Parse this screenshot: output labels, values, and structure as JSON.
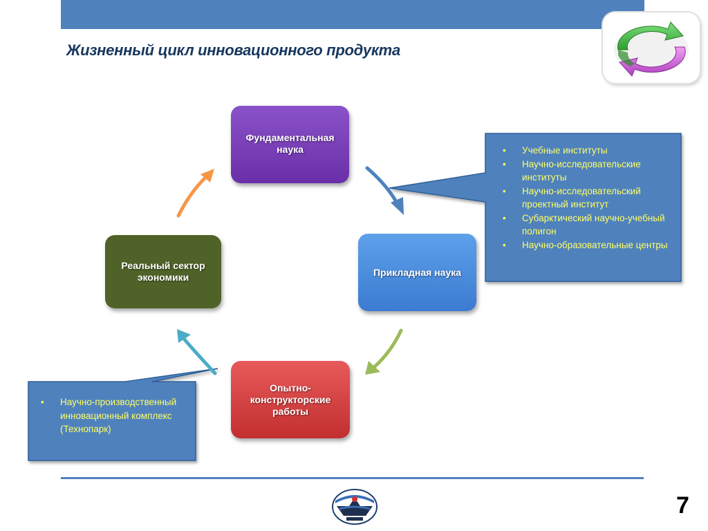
{
  "slide": {
    "title": "Жизненный цикл инновационного продукта",
    "page_number": "7"
  },
  "colors": {
    "header_bar": "#4f81bd",
    "title_text": "#17375e",
    "callout_fill": "#4f81bd",
    "callout_text": "#ffff66",
    "node_fundamental": "#7b3fbb",
    "node_applied": "#4a8ad8",
    "node_experimental": "#d63b3b",
    "node_real_sector": "#4f6228",
    "arrow_fund_to_applied": "#4f81bd",
    "arrow_applied_to_experimental": "#9bbb59",
    "arrow_experimental_to_real": "#4bacc6",
    "arrow_real_to_fund": "#f79646"
  },
  "nodes": {
    "fundamental": "Фундаментальная наука",
    "applied": "Прикладная наука",
    "experimental": "Опытно-конструкторские работы",
    "real_sector": "Реальный сектор экономики"
  },
  "callout_right": {
    "items": [
      "Учебные институты",
      "Научно-исследовательские институты",
      "Научно-исследовательский проектный институт",
      "Субарктический научно-учебный полигон",
      "Научно-образовательные центры"
    ]
  },
  "callout_left": {
    "items": [
      "Научно-производственный инновационный комплекс (Технопарк)"
    ]
  },
  "icons": {
    "top_right_logo": "recycle-arrows-icon",
    "bottom_emblem": "university-emblem-icon"
  }
}
